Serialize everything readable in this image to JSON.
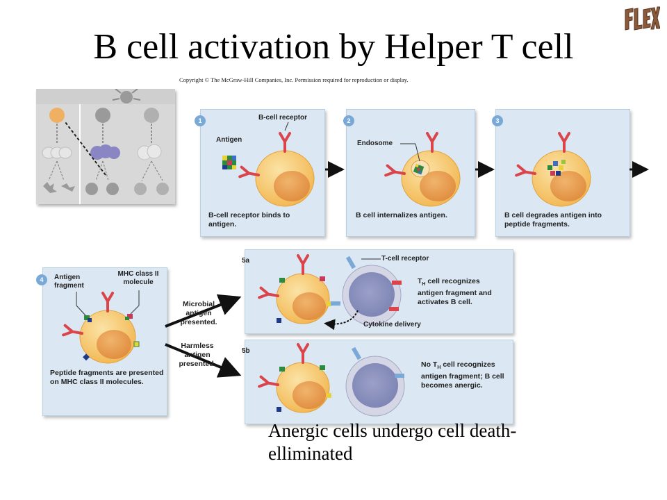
{
  "title": "B cell activation by Helper T cell",
  "copyright": "Copyright © The McGraw-Hill Companies, Inc. Permission required for reproduction or display.",
  "logo_text": "FLEX",
  "steps": {
    "s1": {
      "number": "1",
      "label_receptor": "B-cell receptor",
      "label_antigen": "Antigen",
      "caption": "B-cell receptor binds to antigen."
    },
    "s2": {
      "number": "2",
      "label_endosome": "Endosome",
      "caption": "B cell internalizes antigen."
    },
    "s3": {
      "number": "3",
      "caption": "B cell degrades antigen into peptide fragments."
    },
    "s4": {
      "number": "4",
      "label_fragment": "Antigen fragment",
      "label_mhc": "MHC class II molecule",
      "caption": "Peptide fragments are presented on MHC class II molecules."
    },
    "s5a": {
      "number": "5a",
      "label_tcr": "T-cell receptor",
      "caption_main": "cell recognizes antigen fragment and activates B cell.",
      "caption_prefix": "T",
      "caption_sub": "H",
      "label_cytokine": "Cytokine delivery"
    },
    "s5b": {
      "number": "5b",
      "caption_prefix": "No T",
      "caption_sub": "H",
      "caption_main": "cell recognizes antigen fragment; B cell becomes anergic."
    }
  },
  "branch_labels": {
    "microbial": "Microbial antigen presented.",
    "harmless": "Harmless antigen presented."
  },
  "footer": "Anergic cells undergo cell death- elliminated",
  "colors": {
    "panel": "#dbe8f3",
    "cell": "#f7c766",
    "nucleus": "#e79a4a",
    "receptor": "#d9454b",
    "t_cell": "#b7b9d2",
    "badge": "#7aa9d8"
  }
}
